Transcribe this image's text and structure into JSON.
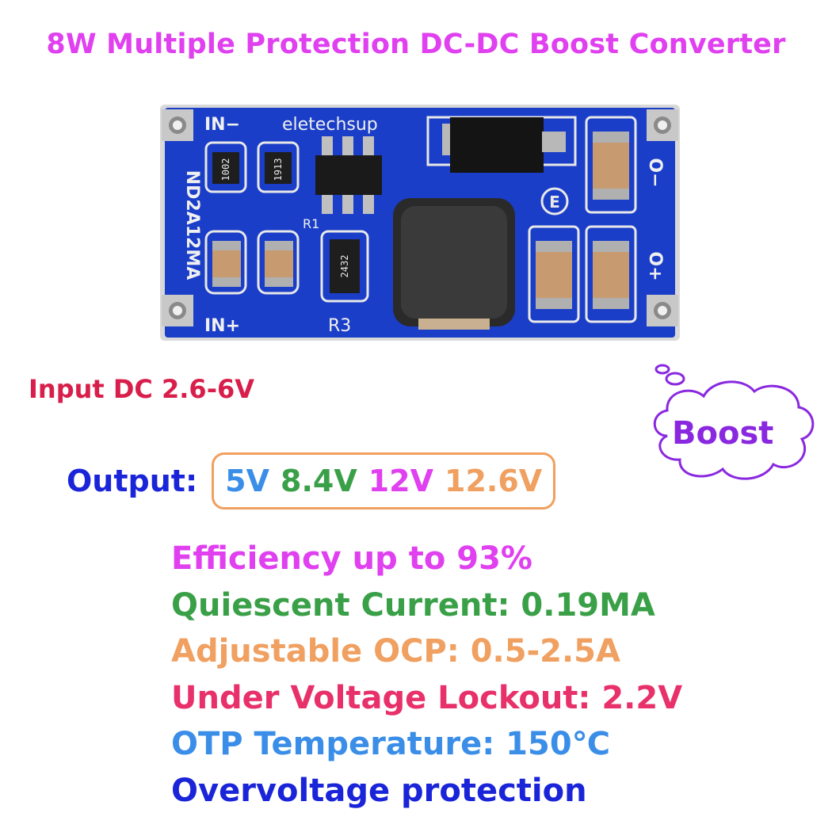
{
  "title": "8W Multiple Protection DC-DC Boost Converter",
  "board": {
    "brand": "eletechsup",
    "model": "ND2A12MA",
    "label_in_minus": "IN−",
    "label_in_plus": "IN+",
    "label_out_minus": "O−",
    "label_out_plus": "O+",
    "label_r1": "R1",
    "label_r3": "R3",
    "resistor_1002": "1002",
    "resistor_1913": "1913",
    "resistor_2432": "2432",
    "logo_letter": "E"
  },
  "input_spec": "Input DC 2.6-6V",
  "output": {
    "label": "Output:",
    "values": [
      "5V",
      "8.4V",
      "12V",
      "12.6V"
    ]
  },
  "boost_label": "Boost",
  "features": [
    "Efficiency up to 93%",
    "Quiescent Current: 0.19MA",
    "Adjustable OCP: 0.5-2.5A",
    "Under Voltage Lockout: 2.2V",
    "OTP Temperature: 150℃",
    "Overvoltage protection"
  ],
  "colors": {
    "title": "#e040f0",
    "input": "#d81e4a",
    "output_label": "#1a24d8",
    "box_border": "#f0a060",
    "v5": "#3a8ee8",
    "v84": "#3aa048",
    "v12": "#e040f0",
    "v126": "#f0a060",
    "boost": "#8a28e0",
    "features": [
      "#e040f0",
      "#3aa048",
      "#f0a060",
      "#e8306a",
      "#3a8ee8",
      "#1a24d8"
    ],
    "pcb": "#1a3ec8",
    "pcb_dark": "#122a9a"
  }
}
